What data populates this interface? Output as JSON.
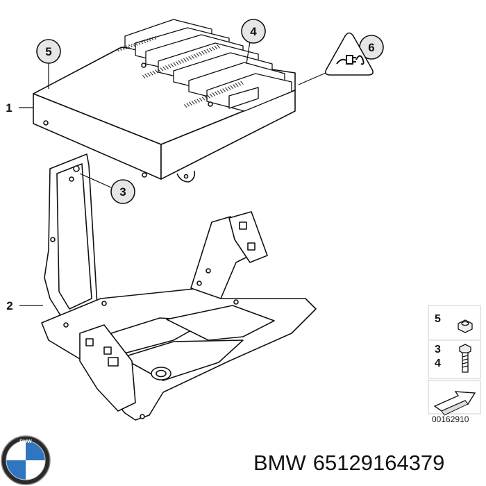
{
  "callouts": {
    "c1": "1",
    "c2": "2",
    "c3": "3",
    "c4": "4",
    "c5": "5",
    "c6": "6"
  },
  "legend": {
    "top_number": "5",
    "mid_number_a": "3",
    "mid_number_b": "4",
    "drawing_code": "00162910"
  },
  "footer": {
    "brand": "BMW",
    "part_number": "65129164379"
  },
  "colors": {
    "line": "#111111",
    "fill": "#ffffff",
    "shade": "#e6e6e6"
  }
}
